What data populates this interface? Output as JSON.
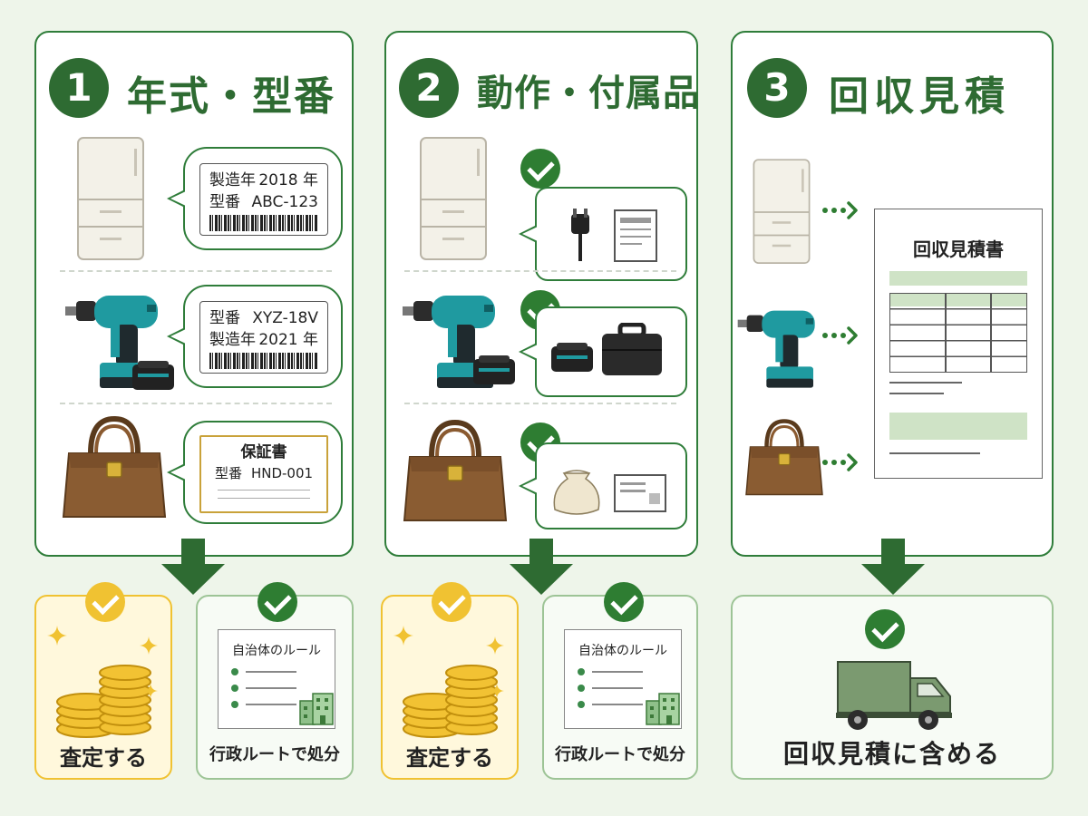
{
  "steps": [
    {
      "number": "1",
      "title": "年式・型番"
    },
    {
      "number": "2",
      "title": "動作・付属品"
    },
    {
      "number": "3",
      "title": "回収見積"
    }
  ],
  "labels": {
    "fridge": {
      "year_label": "製造年",
      "year_value": "2018 年",
      "model_label": "型番",
      "model_value": "ABC-123"
    },
    "drill": {
      "model_label": "型番",
      "model_value": "XYZ-18V",
      "year_label": "製造年",
      "year_value": "2021 年"
    },
    "bag": {
      "title": "保証書",
      "model_label": "型番",
      "model_value": "HND-001"
    }
  },
  "estimate": {
    "title": "回収見積書"
  },
  "outcomes": {
    "appraise": "査定する",
    "dispose": "行政ルートで処分",
    "rule_card_title": "自治体のルール",
    "include": "回収見積に含める"
  },
  "colors": {
    "green": "#2e6b32",
    "light_green": "#cfe3c6",
    "gold": "#f0c232",
    "teal": "#1f9aa0"
  }
}
